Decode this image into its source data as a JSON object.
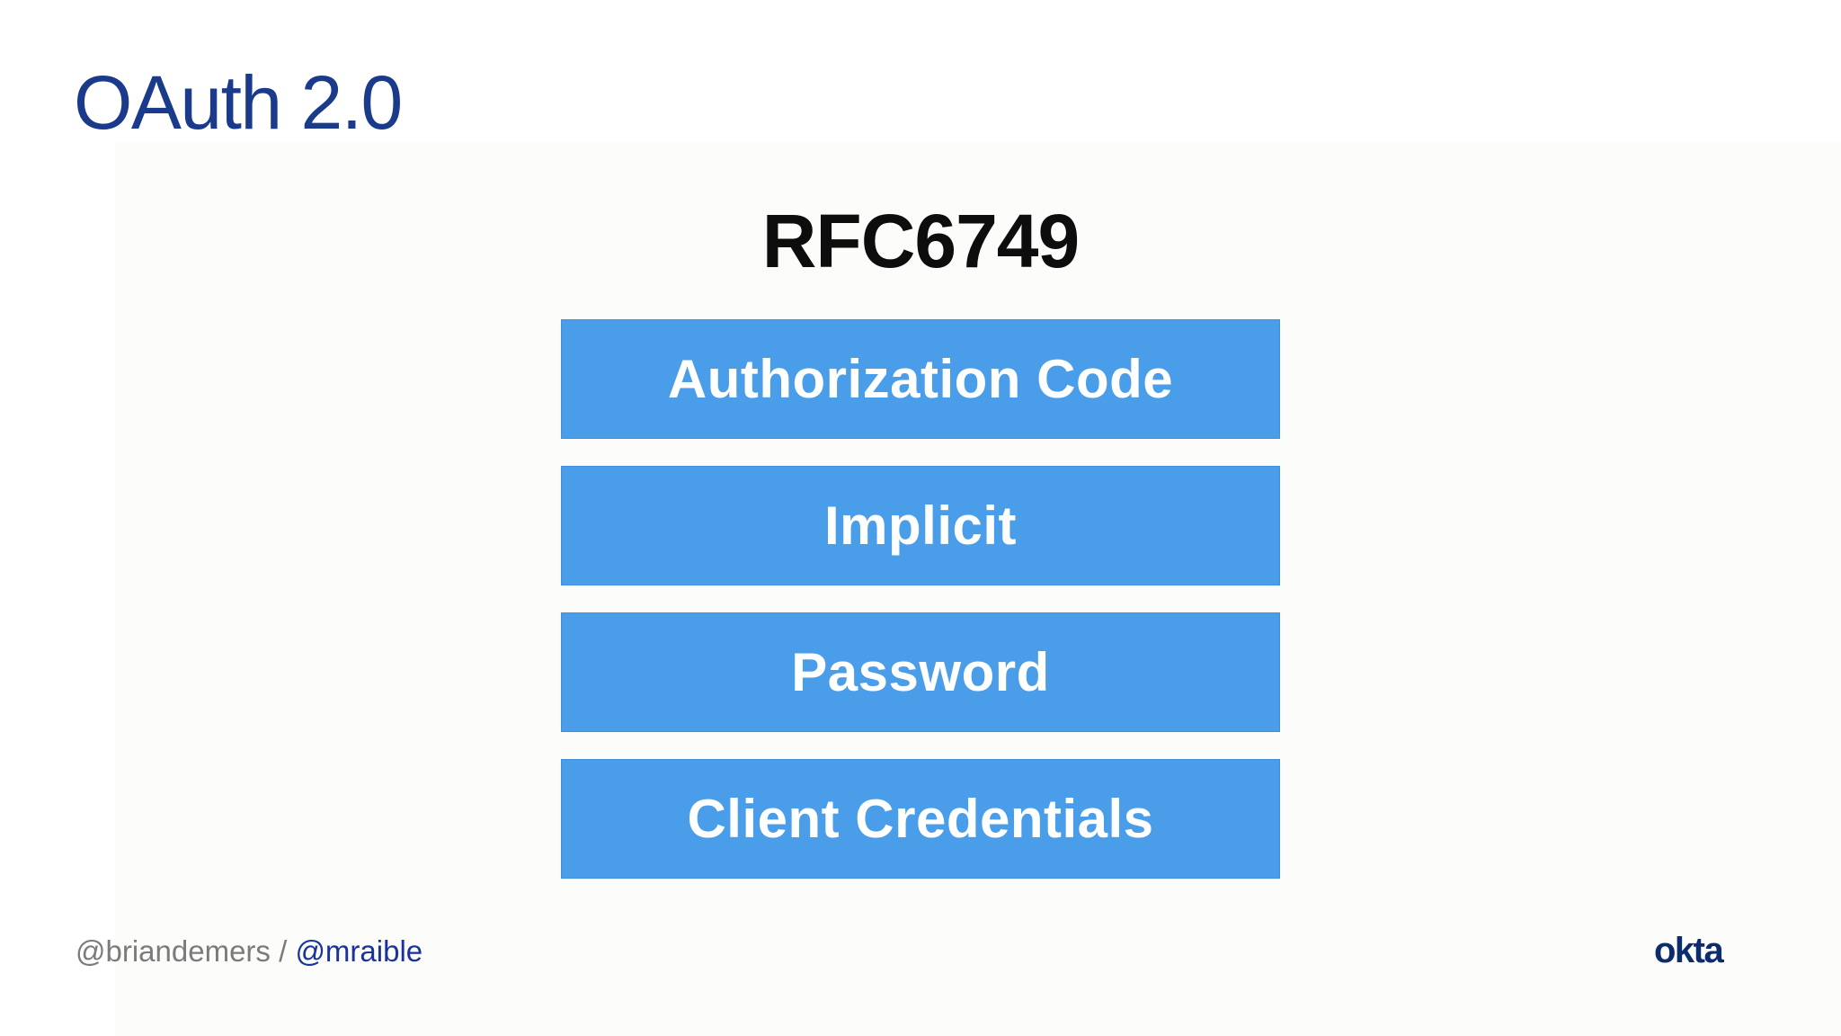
{
  "slide": {
    "title": "OAuth 2.0",
    "diagram": {
      "heading": "RFC6749",
      "grant_types": [
        {
          "label": "Authorization Code"
        },
        {
          "label": "Implicit"
        },
        {
          "label": "Password"
        },
        {
          "label": "Client Credentials"
        }
      ]
    },
    "footer": {
      "handle_primary": "@briandemers",
      "separator": " / ",
      "handle_secondary": "@mraible",
      "logo_text": "okta"
    },
    "colors": {
      "title": "#1a3a8c",
      "heading_text": "#0d0d0d",
      "bar_fill": "#4a9de9",
      "bar_text": "#ffffff",
      "footer_gray": "#7b7b7b",
      "footer_link": "#18349b",
      "logo_navy": "#0c2d6d"
    }
  }
}
